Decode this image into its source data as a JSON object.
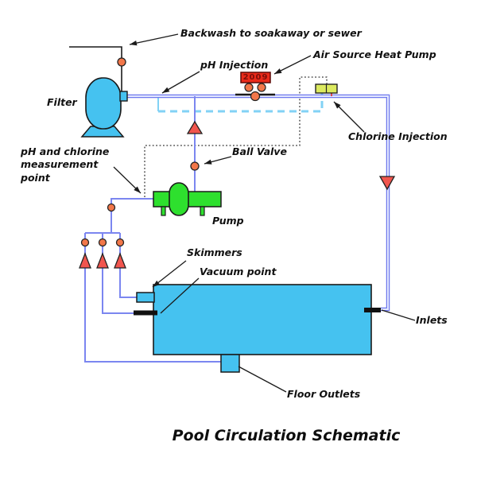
{
  "title": "Pool Circulation Schematic",
  "labels": {
    "backwash": "Backwash to soakaway or sewer",
    "ph_injection": "pH Injection",
    "air_source_heat_pump": "Air Source Heat Pump",
    "chlorine_injection": "Chlorine Injection",
    "ball_valve": "Ball Valve",
    "measurement_point": "pH and chlorine\nmeasurement\npoint",
    "filter": "Filter",
    "pump": "Pump",
    "skimmers": "Skimmers",
    "vacuum_point": "Vacuum point",
    "inlets": "Inlets",
    "floor_outlets": "Floor Outlets",
    "heat_pump_display": "2009"
  },
  "components": {
    "filter": "sand-filter-vessel",
    "pump": "circulation-pump",
    "heat_pump": "air-source-heat-pump-unit",
    "chlorine_injector": "chlorine-dosing-unit",
    "pool": "swimming-pool",
    "skimmer": "skimmer-port",
    "vacuum_point": "vacuum-port",
    "inlet": "pool-inlet-port",
    "floor_outlet": "floor-outlet-sump",
    "valve_circle": "ball-valve-symbol",
    "valve_triangle": "check-valve-symbol",
    "dotted_path": "control-signal-line",
    "dashed_path": "dosing-line"
  },
  "colors": {
    "pipe_blue": "#6f79ee",
    "pipe_light": "#e4e9ff",
    "thin_pipe": "#7b86f0",
    "dashed_cyan": "#82d2f5",
    "vessel_blue": "#45c2f0",
    "pump_green": "#2ee02e",
    "heat_pump_red": "#ea2a1a",
    "injector_yellow": "#dcea5f",
    "valve_orange": "#f2774a",
    "valve_red": "#f1554e",
    "outline_black": "#1a1a1a"
  }
}
